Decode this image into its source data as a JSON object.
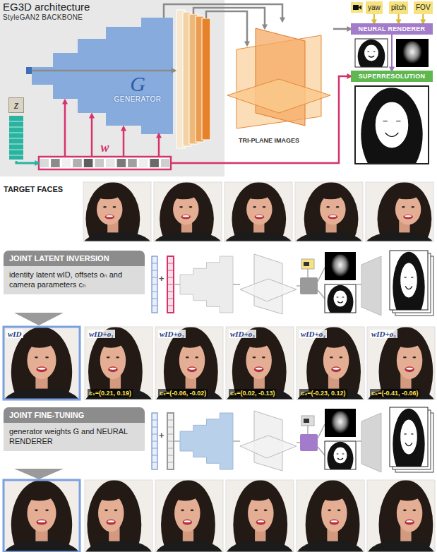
{
  "diagram": {
    "title": "EG3D architecture",
    "nodes": [
      {
        "text": [
          "StyleGAN2 BACKBONE"
        ]
      },
      {
        "text": [
          "z"
        ],
        "in": 0
      },
      {
        "text": [
          "G",
          "GENERATOR"
        ],
        "in": 0
      },
      {
        "text": [
          "w"
        ],
        "in": 0
      },
      {
        "text": [
          "TRI-PLANE IMAGES"
        ]
      },
      {
        "text": [
          "yaw"
        ]
      },
      {
        "text": [
          "pitch"
        ]
      },
      {
        "text": [
          "FOV"
        ]
      },
      {
        "text": [
          "NEURAL RENDERER"
        ]
      },
      {
        "text": [
          "SUPERRESOLUTION"
        ]
      },
      {
        "text": [
          "JOINT LATENT INVERSION",
          "identity latent wID, offsets oₙ and camera parameters cₙ"
        ]
      },
      {
        "text": [
          "JOINT FINE-TUNING",
          "generator weights G and NEURAL RENDERER"
        ]
      }
    ],
    "edges": [
      {
        "from": 1,
        "to": 3,
        "arrow": "to"
      },
      {
        "from": 3,
        "to": 2,
        "arrow": "to"
      },
      {
        "from": 2,
        "to": 4,
        "arrow": "to"
      },
      {
        "from": 4,
        "to": 8,
        "arrow": "to"
      },
      {
        "from": 5,
        "to": 8,
        "arrow": "to"
      },
      {
        "from": 6,
        "to": 8,
        "arrow": "to"
      },
      {
        "from": 7,
        "to": 8,
        "arrow": "to"
      },
      {
        "from": 8,
        "to": 9,
        "arrow": "to"
      },
      {
        "from": 3,
        "to": 9,
        "arrow": "to"
      }
    ],
    "labels": [
      "TARGET FACES",
      "+",
      "wID",
      "wID+o₁",
      "c₁=(0.21, 0.19)",
      "wID+o₂",
      "c₂=(-0.06, -0.02)",
      "wID+o₃",
      "c₃=(0.02, -0.13)",
      "wID+o₄",
      "c₄=(-0.23, 0.12)",
      "wID+o₅",
      "c₅=(-0.41, -0.06)",
      "+"
    ]
  }
}
